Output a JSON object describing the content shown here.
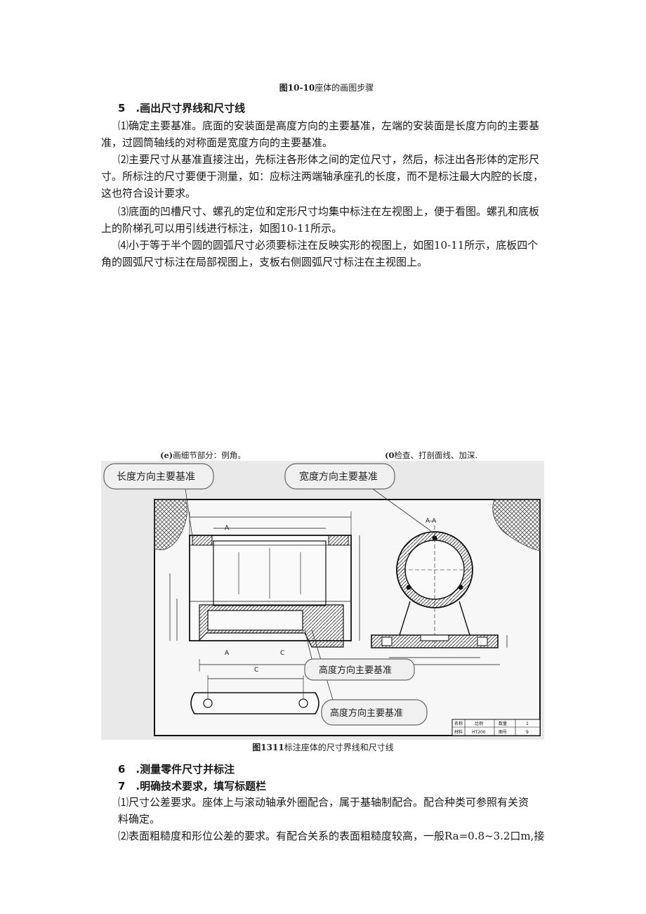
{
  "fig_top_caption": {
    "num": "图10-10",
    "text": "座体的画图步骤"
  },
  "sec5": {
    "heading": "5　.画出尺寸界线和尺寸线",
    "p1": [
      "⑴确定主要基准。底面的安装面是高度方向的主要基准，左端的安装面是长度方向的主要基",
      "准，过圆筒轴线的对称面是宽度方向的主要基准。"
    ],
    "p2": [
      "⑵主要尺寸从基准直接注出，先标注各形体之间的定位尺寸，然后，标注出各形体的定形尺",
      "寸。所标注的尺寸要便于测量，如：应标注两端轴承座孔的长度，而不是标注最大内腔的长度，",
      "这也符合设计要求。"
    ],
    "p3": [
      "⑶底面的凹槽尺寸、螺孔的定位和定形尺寸均集中标注在左视图上，便于看图。螺孔和底板",
      "上的阶梯孔可以用引线进行标注，如图10-11所示。"
    ],
    "p4": [
      "⑷小于等于半个圆的圆弧尺寸必须要标注在反映实形的视图上，如图10-11所示，底板四个",
      "角的圆弧尺寸标注在局部视图上，支板右侧圆弧尺寸标注在主视图上。"
    ]
  },
  "sub_captions": {
    "e": {
      "num": "(e)",
      "text": "画细节部分：例角。"
    },
    "f": {
      "num": "(0",
      "text": "检查、打剖面线、加深."
    }
  },
  "figure": {
    "callout_length": "长度方向主要基准",
    "callout_width": "宽度方向主要基准",
    "callout_height1": "高度方向主要基准",
    "callout_height2": "高度方向主要基准",
    "section_label": "A-A",
    "mark_a_top": "A",
    "mark_a_bottom": "A",
    "mark_c": "C",
    "mark_c2": "C",
    "title_block": [
      [
        "名称",
        "比例",
        "数量",
        "1"
      ],
      [
        "材料",
        "HT200",
        "图号",
        "9"
      ]
    ]
  },
  "fig_bottom_caption": {
    "num": "图1311",
    "text": "标注座体的尺寸界线和尺寸线"
  },
  "sec6": {
    "heading": "6　.测量零件尺寸并标注"
  },
  "sec7": {
    "heading": "7　.明确技术要求，填写标题栏",
    "p1": [
      "⑴尺寸公差要求。座体上与滚动轴承外圈配合，属于基轴制配合。配合种类可参照有关资",
      "料确定。"
    ],
    "p2": [
      "⑵表面粗糙度和形位公差的要求。有配合关系的表面粗糙度较高，一般Ra=0.8~3.2口m,接"
    ]
  }
}
